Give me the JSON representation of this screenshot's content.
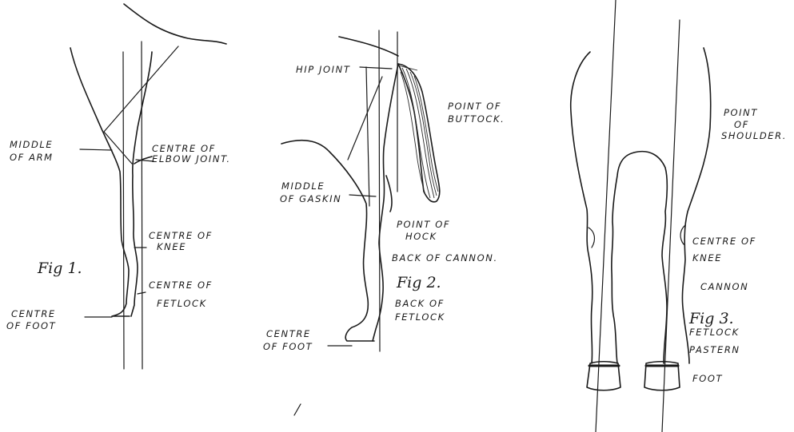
{
  "figure1": {
    "caption": "Fig 1.",
    "labels": {
      "middle_of_arm_1": "MIDDLE",
      "middle_of_arm_2": "OF ARM",
      "elbow_1": "CENTRE OF",
      "elbow_2": "ELBOW JOINT.",
      "knee_1": "CENTRE OF",
      "knee_2": "KNEE",
      "fetlock_1": "CENTRE OF",
      "fetlock_2": "FETLOCK",
      "foot_1": "CENTRE",
      "foot_2": "OF FOOT"
    }
  },
  "figure2": {
    "caption": "Fig 2.",
    "labels": {
      "hip_joint": "HIP JOINT",
      "buttock_1": "POINT OF",
      "buttock_2": "BUTTOCK.",
      "gaskin_1": "MIDDLE",
      "gaskin_2": "OF GASKIN",
      "hock_1": "POINT OF",
      "hock_2": "HOCK",
      "back_cannon": "BACK OF CANNON.",
      "back_fetlock_1": "BACK OF",
      "back_fetlock_2": "FETLOCK",
      "foot_1": "CENTRE",
      "foot_2": "OF FOOT"
    }
  },
  "figure3": {
    "caption": "Fig 3.",
    "labels": {
      "shoulder_1": "POINT",
      "shoulder_2": "OF",
      "shoulder_3": "SHOULDER.",
      "knee_1": "CENTRE OF",
      "knee_2": "KNEE",
      "cannon": "CANNON",
      "fetlock": "FETLOCK",
      "pastern": "PASTERN",
      "foot": "FOOT"
    }
  }
}
